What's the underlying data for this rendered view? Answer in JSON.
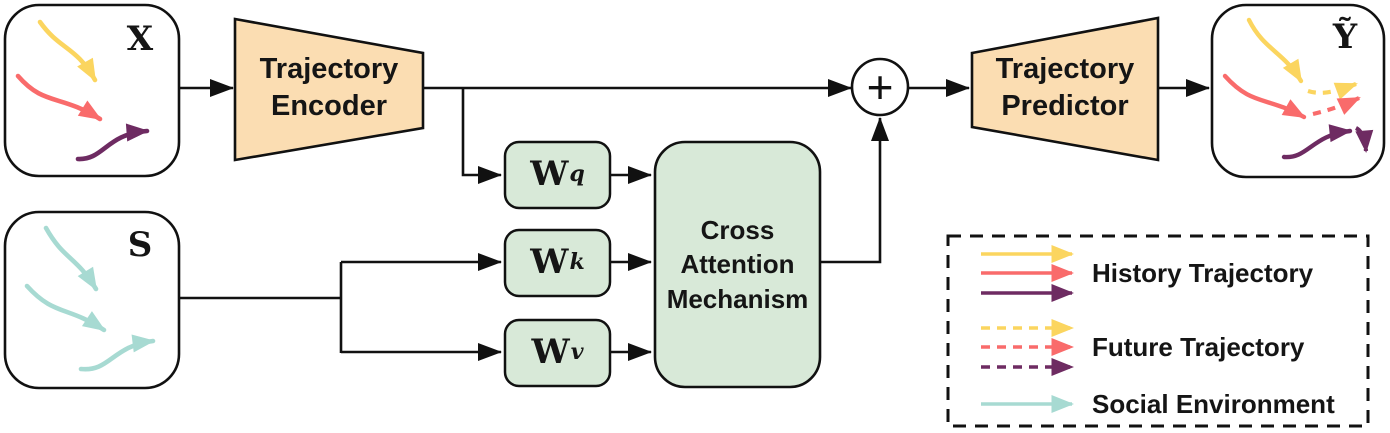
{
  "figure": {
    "type": "architecture-diagram",
    "description_visible_text_only": true
  },
  "nodes": {
    "input_history": {
      "label": "X"
    },
    "input_social": {
      "label": "S"
    },
    "encoder": {
      "label": "Trajectory Encoder"
    },
    "wq": {
      "base": "W",
      "sub": "q"
    },
    "wk": {
      "base": "W",
      "sub": "k"
    },
    "wv": {
      "base": "W",
      "sub": "v"
    },
    "attention": {
      "label": "Cross Attention Mechanism"
    },
    "sum": {
      "symbol": "+"
    },
    "predictor": {
      "label": "Trajectory Predictor"
    },
    "output": {
      "label": "Ỹ"
    }
  },
  "legend": {
    "items": [
      {
        "label": "History Trajectory",
        "style": "solid",
        "colors": [
          "#FBD55F",
          "#F96B6B",
          "#6E2B62"
        ]
      },
      {
        "label": "Future Trajectory",
        "style": "dashed",
        "colors": [
          "#FBD55F",
          "#F96B6B",
          "#6E2B62"
        ]
      },
      {
        "label": "Social Environment",
        "style": "solid",
        "colors": [
          "#A7DAD2"
        ]
      }
    ]
  },
  "colors": {
    "history_yellow": "#FBD55F",
    "history_red": "#F96B6B",
    "history_purple": "#6E2B62",
    "social_teal": "#A7DAD2",
    "trapezoid_fill": "#FBDDB2",
    "attention_fill": "#D8E9D8",
    "line": "#111111",
    "background": "#FFFFFF"
  }
}
